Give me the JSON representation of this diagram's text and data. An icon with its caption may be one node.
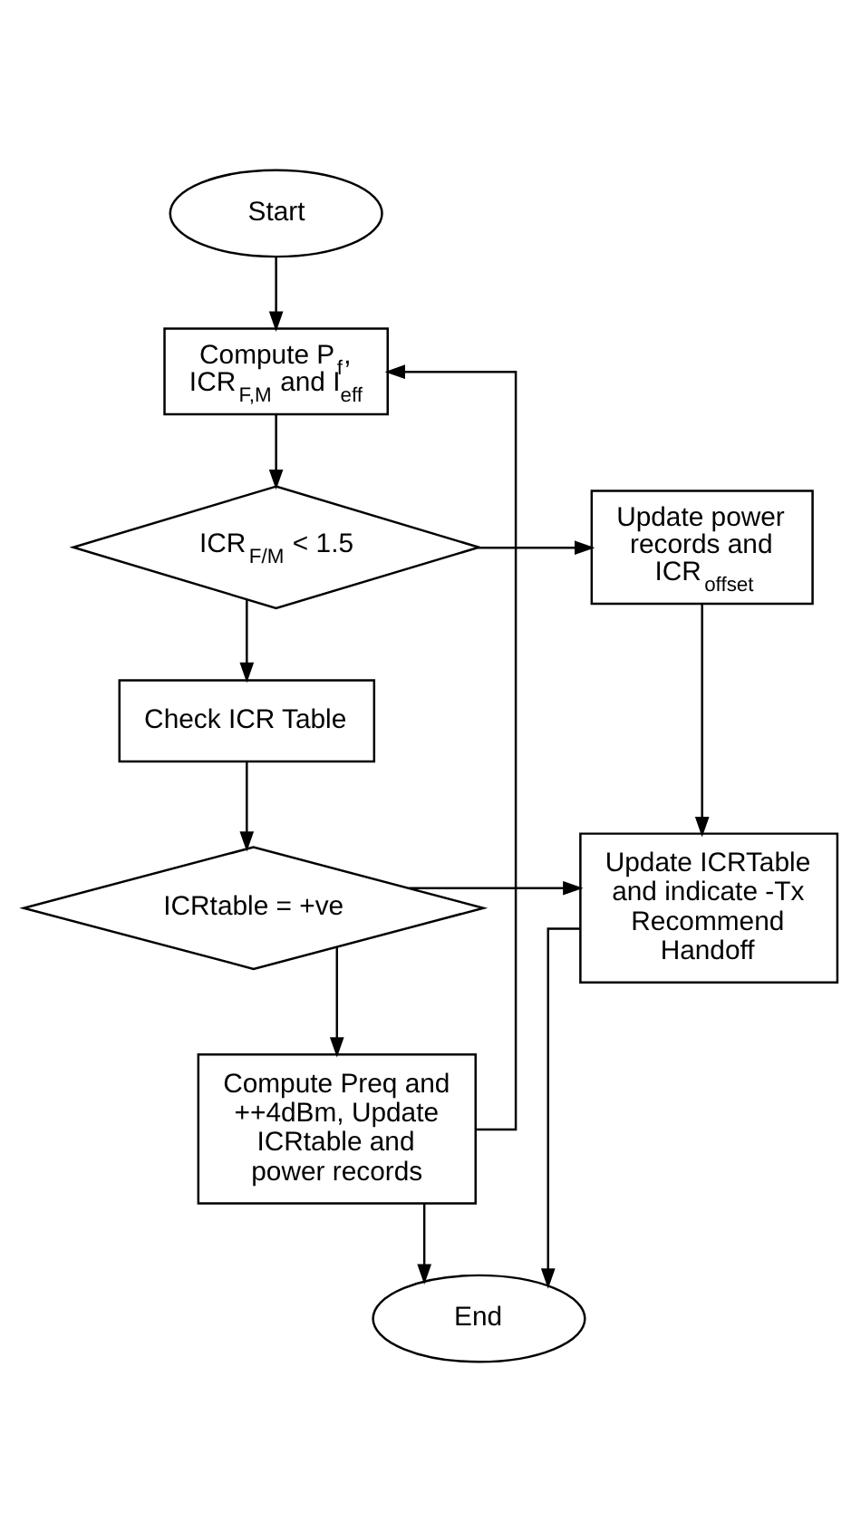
{
  "diagram": {
    "nodes": [
      {
        "text": [
          "Start"
        ]
      },
      {
        "text": [
          "Compute P$_{f}$, ICR$_{F,M}$ and I$_{eff}$"
        ]
      },
      {
        "text": [
          "ICR$_{F/M}$ < 1.5"
        ]
      },
      {
        "text": [
          "Update power records and ICR$_{offset}$"
        ]
      },
      {
        "text": [
          "Check ICR Table"
        ]
      },
      {
        "text": [
          "ICRtable = +ve"
        ]
      },
      {
        "text": [
          "Update ICRTable and indicate -Tx Recommend Handoff"
        ]
      },
      {
        "text": [
          "Compute Preq and ++4dBm, Update ICRtable and power records"
        ]
      },
      {
        "text": [
          "End"
        ]
      }
    ],
    "edges": [
      {
        "from": 0,
        "to": 1,
        "arrow": "to"
      },
      {
        "from": 1,
        "to": 2,
        "arrow": "to"
      },
      {
        "from": 2,
        "to": 3,
        "arrow": "to"
      },
      {
        "from": 2,
        "to": 4,
        "arrow": "to"
      },
      {
        "from": 3,
        "to": 6,
        "arrow": "to"
      },
      {
        "from": 4,
        "to": 5,
        "arrow": "to"
      },
      {
        "from": 5,
        "to": 6,
        "arrow": "to"
      },
      {
        "from": 5,
        "to": 7,
        "arrow": "to"
      },
      {
        "from": 7,
        "to": 8,
        "arrow": "to"
      },
      {
        "from": 6,
        "to": 8,
        "arrow": "to"
      },
      {
        "from": 7,
        "to": 1,
        "arrow": "to"
      }
    ]
  }
}
